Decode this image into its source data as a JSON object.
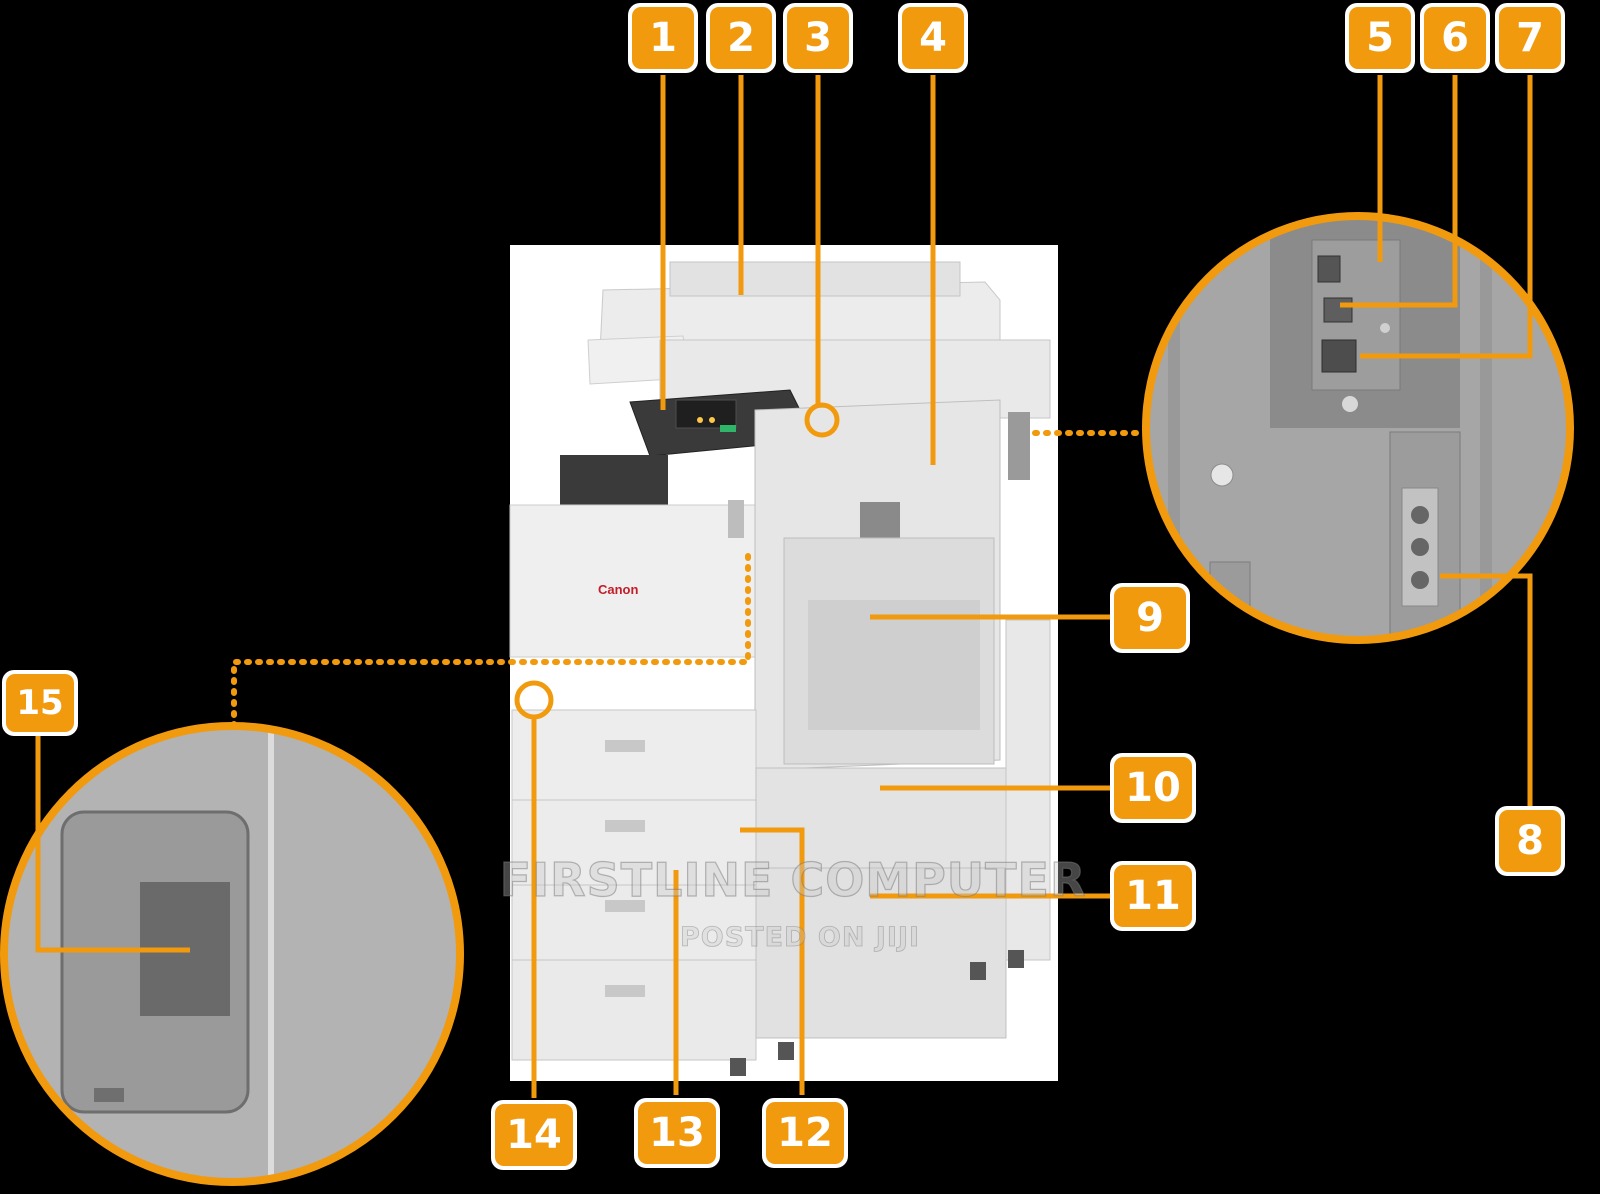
{
  "callouts": [
    {
      "id": "1",
      "label": "1"
    },
    {
      "id": "2",
      "label": "2"
    },
    {
      "id": "3",
      "label": "3"
    },
    {
      "id": "4",
      "label": "4"
    },
    {
      "id": "5",
      "label": "5"
    },
    {
      "id": "6",
      "label": "6"
    },
    {
      "id": "7",
      "label": "7"
    },
    {
      "id": "8",
      "label": "8"
    },
    {
      "id": "9",
      "label": "9"
    },
    {
      "id": "10",
      "label": "10"
    },
    {
      "id": "11",
      "label": "11"
    },
    {
      "id": "12",
      "label": "12"
    },
    {
      "id": "13",
      "label": "13"
    },
    {
      "id": "14",
      "label": "14"
    },
    {
      "id": "15",
      "label": "15"
    }
  ],
  "watermark": {
    "line1": "FIRSTLINE COMPUTER",
    "line2": "POSTED ON JIJI"
  },
  "colors": {
    "background": "#000000",
    "accent": "#F29A0E",
    "badge_border": "#FFFFFF",
    "machine_body": "#EDEDED",
    "detail_gray": "#A9A9A9"
  }
}
